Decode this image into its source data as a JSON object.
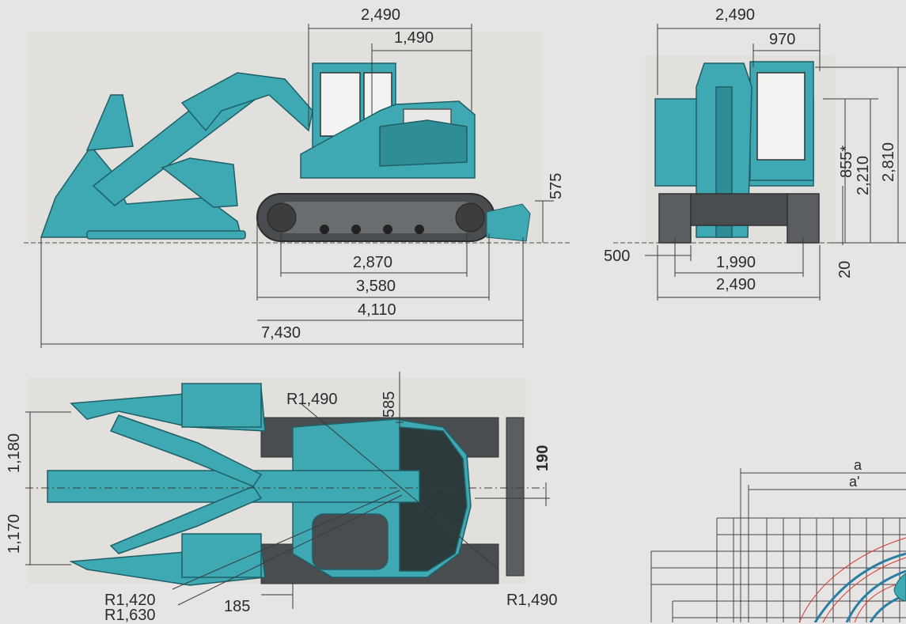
{
  "side_view": {
    "top_overall": "2,490",
    "top_tail": "1,490",
    "blade_height": "575",
    "crawler_tumbler": "2,870",
    "crawler_length": "3,580",
    "blade_to_front": "4,110",
    "overall_length": "7,430"
  },
  "front_view": {
    "overall_width": "2,490",
    "cab_width": "970",
    "shoe_width": "500",
    "track_gauge": "1,990",
    "crawler_width": "2,490",
    "blade_below_ground": "20",
    "ground_clearance": "855*",
    "cab_height_a": "2,210",
    "cab_height_b": "2,810"
  },
  "top_view": {
    "swing_radius_top": "R1,490",
    "tail_offset": "585",
    "boom_offset": "190",
    "swing_left": "1,180",
    "swing_right": "1,170",
    "radius_front_a": "R1,420",
    "radius_front_b": "R1,630",
    "radius_rear": "R1,490",
    "tail_clearance": "185"
  },
  "range_diagram": {
    "label_a": "a",
    "label_a_prime": "a'"
  },
  "colors": {
    "machine_teal": "#3ea8b3",
    "machine_dark": "#2c3a3c",
    "track": "#4a4d4f",
    "dim_line": "#3a3a3a",
    "grid": "#444444",
    "arc_red": "#d9382f",
    "arc_blue": "#2a7ea3",
    "background": "#e7e5e3"
  }
}
